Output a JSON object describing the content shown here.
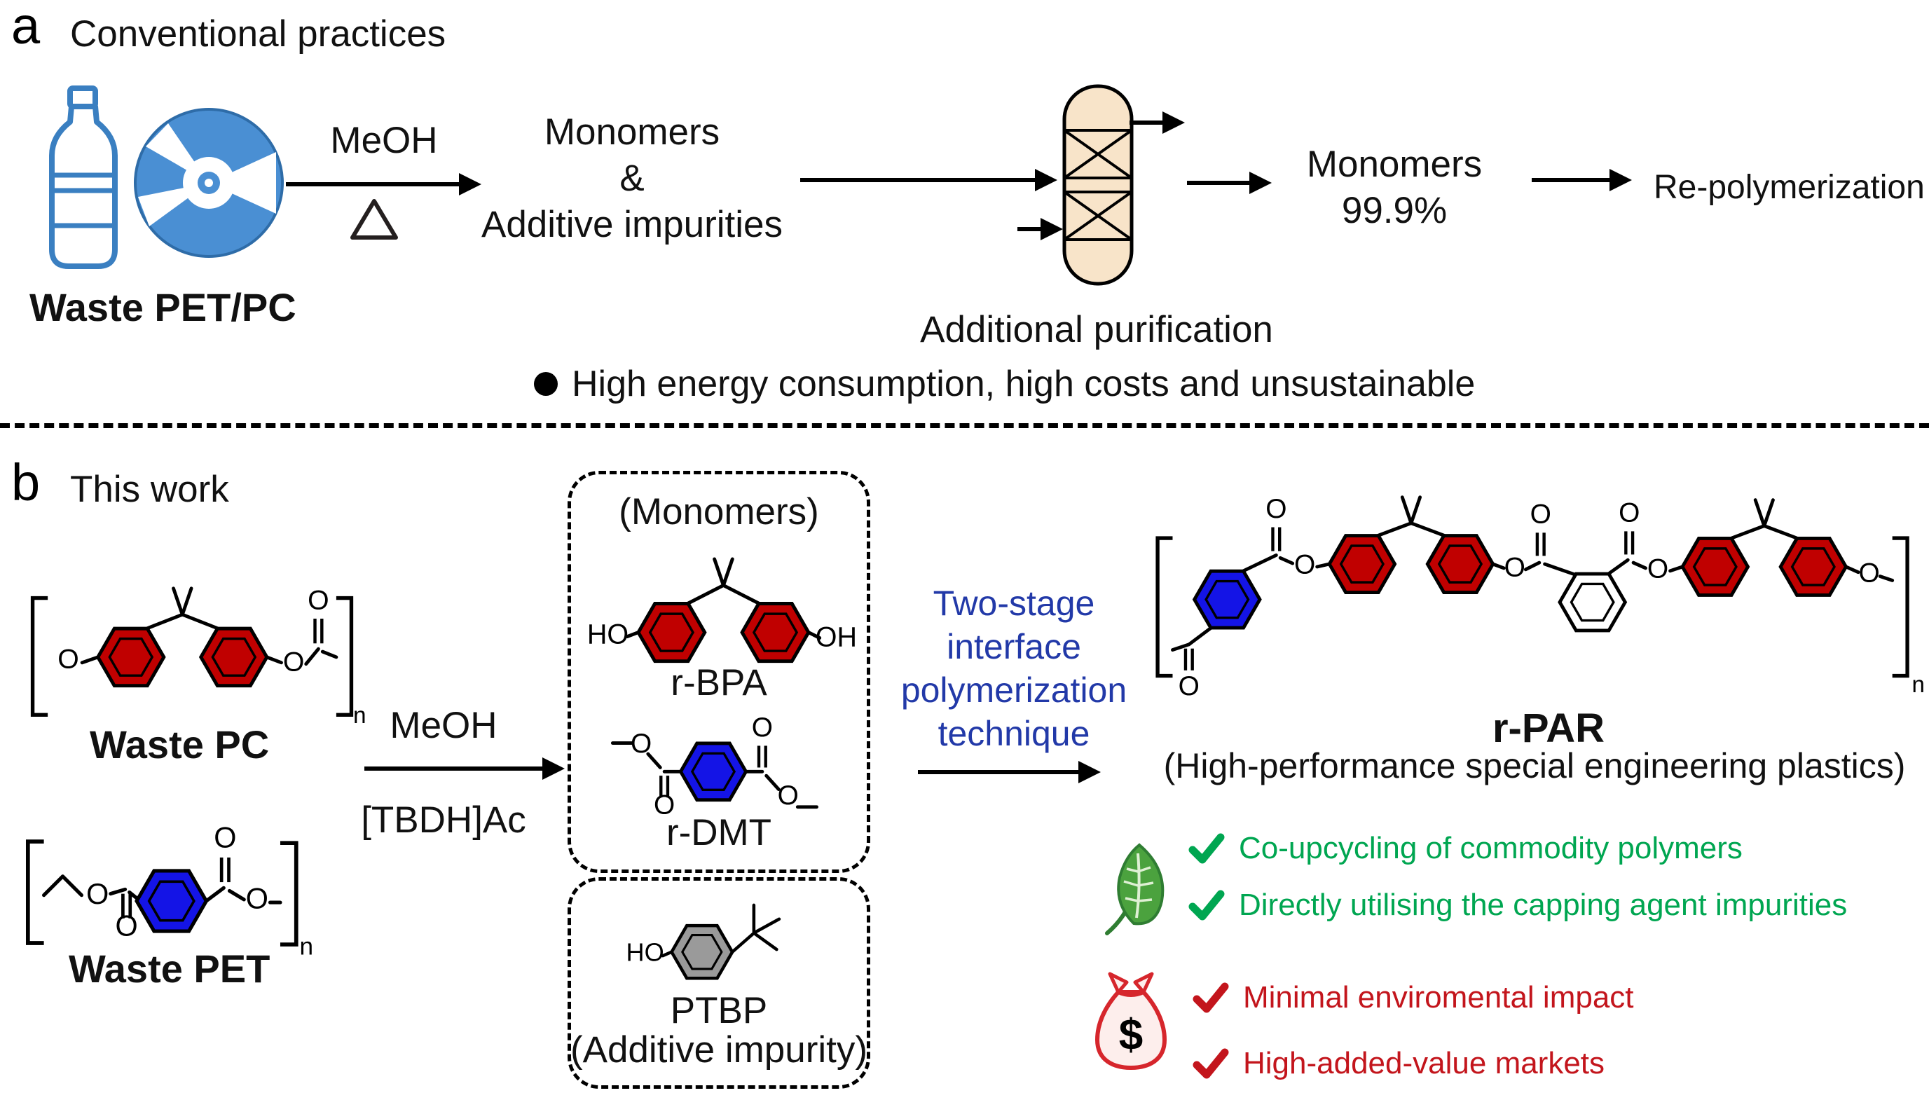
{
  "colors": {
    "blue_icon": "#4a8fd3",
    "column_fill": "#f8e4c9",
    "ring_red": "#c00000",
    "ring_blue": "#1414e6",
    "ring_gray": "#9a9a9a",
    "green": "#00a651",
    "red": "#c3151c",
    "tech_blue": "#2239a8"
  },
  "panel_a": {
    "label": "a",
    "title": "Conventional practices",
    "waste_label": "Waste PET/PC",
    "reagent": "MeOH",
    "intermediate": [
      "Monomers",
      "&",
      "Additive impurities"
    ],
    "purification_label": "Additional purification",
    "product": [
      "Monomers",
      "99.9%"
    ],
    "final_step": "Re-polymerization",
    "drawback": "High energy consumption, high costs and unsustainable"
  },
  "panel_b": {
    "label": "b",
    "title": "This work",
    "waste_pc_label": "Waste PC",
    "waste_pet_label": "Waste PET",
    "reagent_top": "MeOH",
    "reagent_bottom": "[TBDH]Ac",
    "monomer_box_title": "(Monomers)",
    "rbpa_label": "r-BPA",
    "rdmt_label": "r-DMT",
    "ptbp_label": "PTBP",
    "ptbp_sub": "(Additive impurity)",
    "technique": [
      "Two-stage",
      "interface",
      "polymerization",
      "technique"
    ],
    "product_label": "r-PAR",
    "product_sub": "(High-performance special engineering plastics)",
    "green_points": [
      "Co-upcycling of commodity polymers",
      "Directly utilising the capping agent impurities"
    ],
    "red_points": [
      "Minimal enviromental impact",
      "High-added-value markets"
    ]
  },
  "atoms": {
    "o": "O",
    "ho": "HO",
    "oh": "OH",
    "n": "n",
    "dollar": "$"
  }
}
